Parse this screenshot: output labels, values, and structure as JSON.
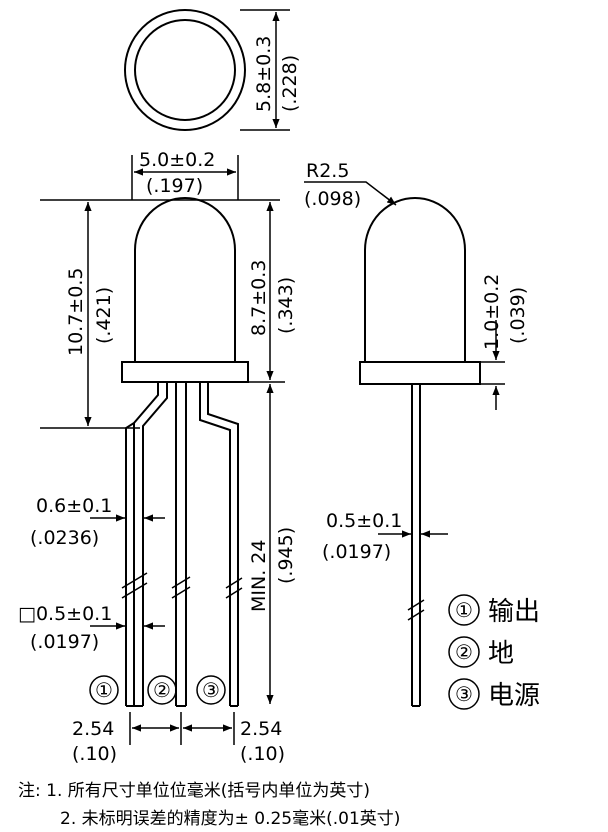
{
  "top_view": {
    "dim_value": "5.8±0.3",
    "dim_inch": "(.228)"
  },
  "front_view": {
    "width_value": "5.0±0.2",
    "width_inch": "(.197)",
    "total_height_value": "10.7±0.5",
    "total_height_inch": "(.421)",
    "dome_height_value": "8.7±0.3",
    "dome_height_inch": "(.343)",
    "lead_width_value": "0.6±0.1",
    "lead_width_inch": "(.0236)",
    "lead_square_value": "□0.5±0.1",
    "lead_square_inch": "(.0197)",
    "lead_length_value": "MIN. 24",
    "lead_length_inch": "(.945)",
    "pitch_left_value": "2.54",
    "pitch_left_inch": "(.10)",
    "pitch_right_value": "2.54",
    "pitch_right_inch": "(.10)",
    "pin_labels": [
      "①",
      "②",
      "③"
    ]
  },
  "side_view": {
    "radius_value": "R2.5",
    "radius_inch": "(.098)",
    "flange_value": "1.0±0.2",
    "flange_inch": "(.039)",
    "lead_value": "0.5±0.1",
    "lead_inch": "(.0197)"
  },
  "legend": [
    {
      "num": "①",
      "text": "输出"
    },
    {
      "num": "②",
      "text": "地"
    },
    {
      "num": "③",
      "text": "电源"
    }
  ],
  "notes": {
    "line1": "注: 1. 所有尺寸单位位毫米(括号内单位为英寸)",
    "line2": "2. 未标明误差的精度为± 0.25毫米(.01英寸)"
  }
}
